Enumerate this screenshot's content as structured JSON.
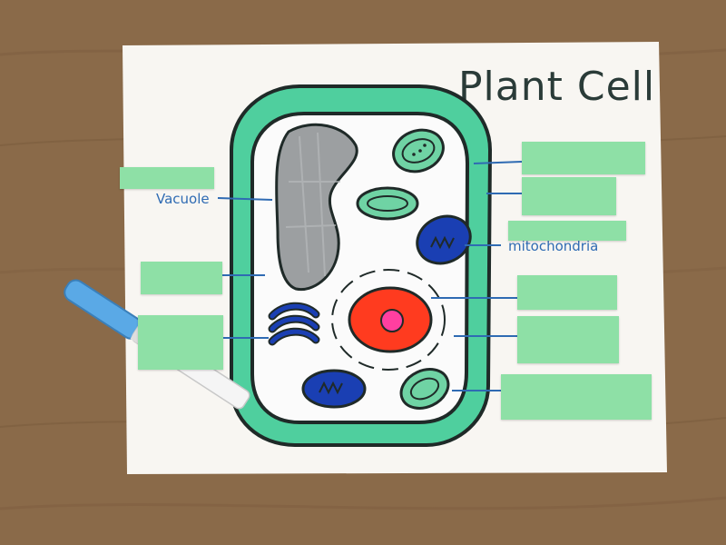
{
  "diagram": {
    "title": "Plant Cell",
    "labels": {
      "vacuole": "Vacuole",
      "mitochondria": "mitochondria"
    },
    "colors": {
      "wood": "#8a6a49",
      "paper": "#f8f6f2",
      "cell_wall": "#4fcf9e",
      "outline": "#1f2a28",
      "vacuole": "#9c9fa1",
      "chloroplast": "#6fd3a4",
      "mitochondria": "#1a3fb3",
      "nucleus": "#ff3b1f",
      "nucleolus": "#ff3fa0",
      "label_ink": "#2f6bb3",
      "label_tape": "#8ee0a6",
      "marker_body": "#f5f5f5",
      "marker_cap": "#5aa9e6"
    }
  }
}
